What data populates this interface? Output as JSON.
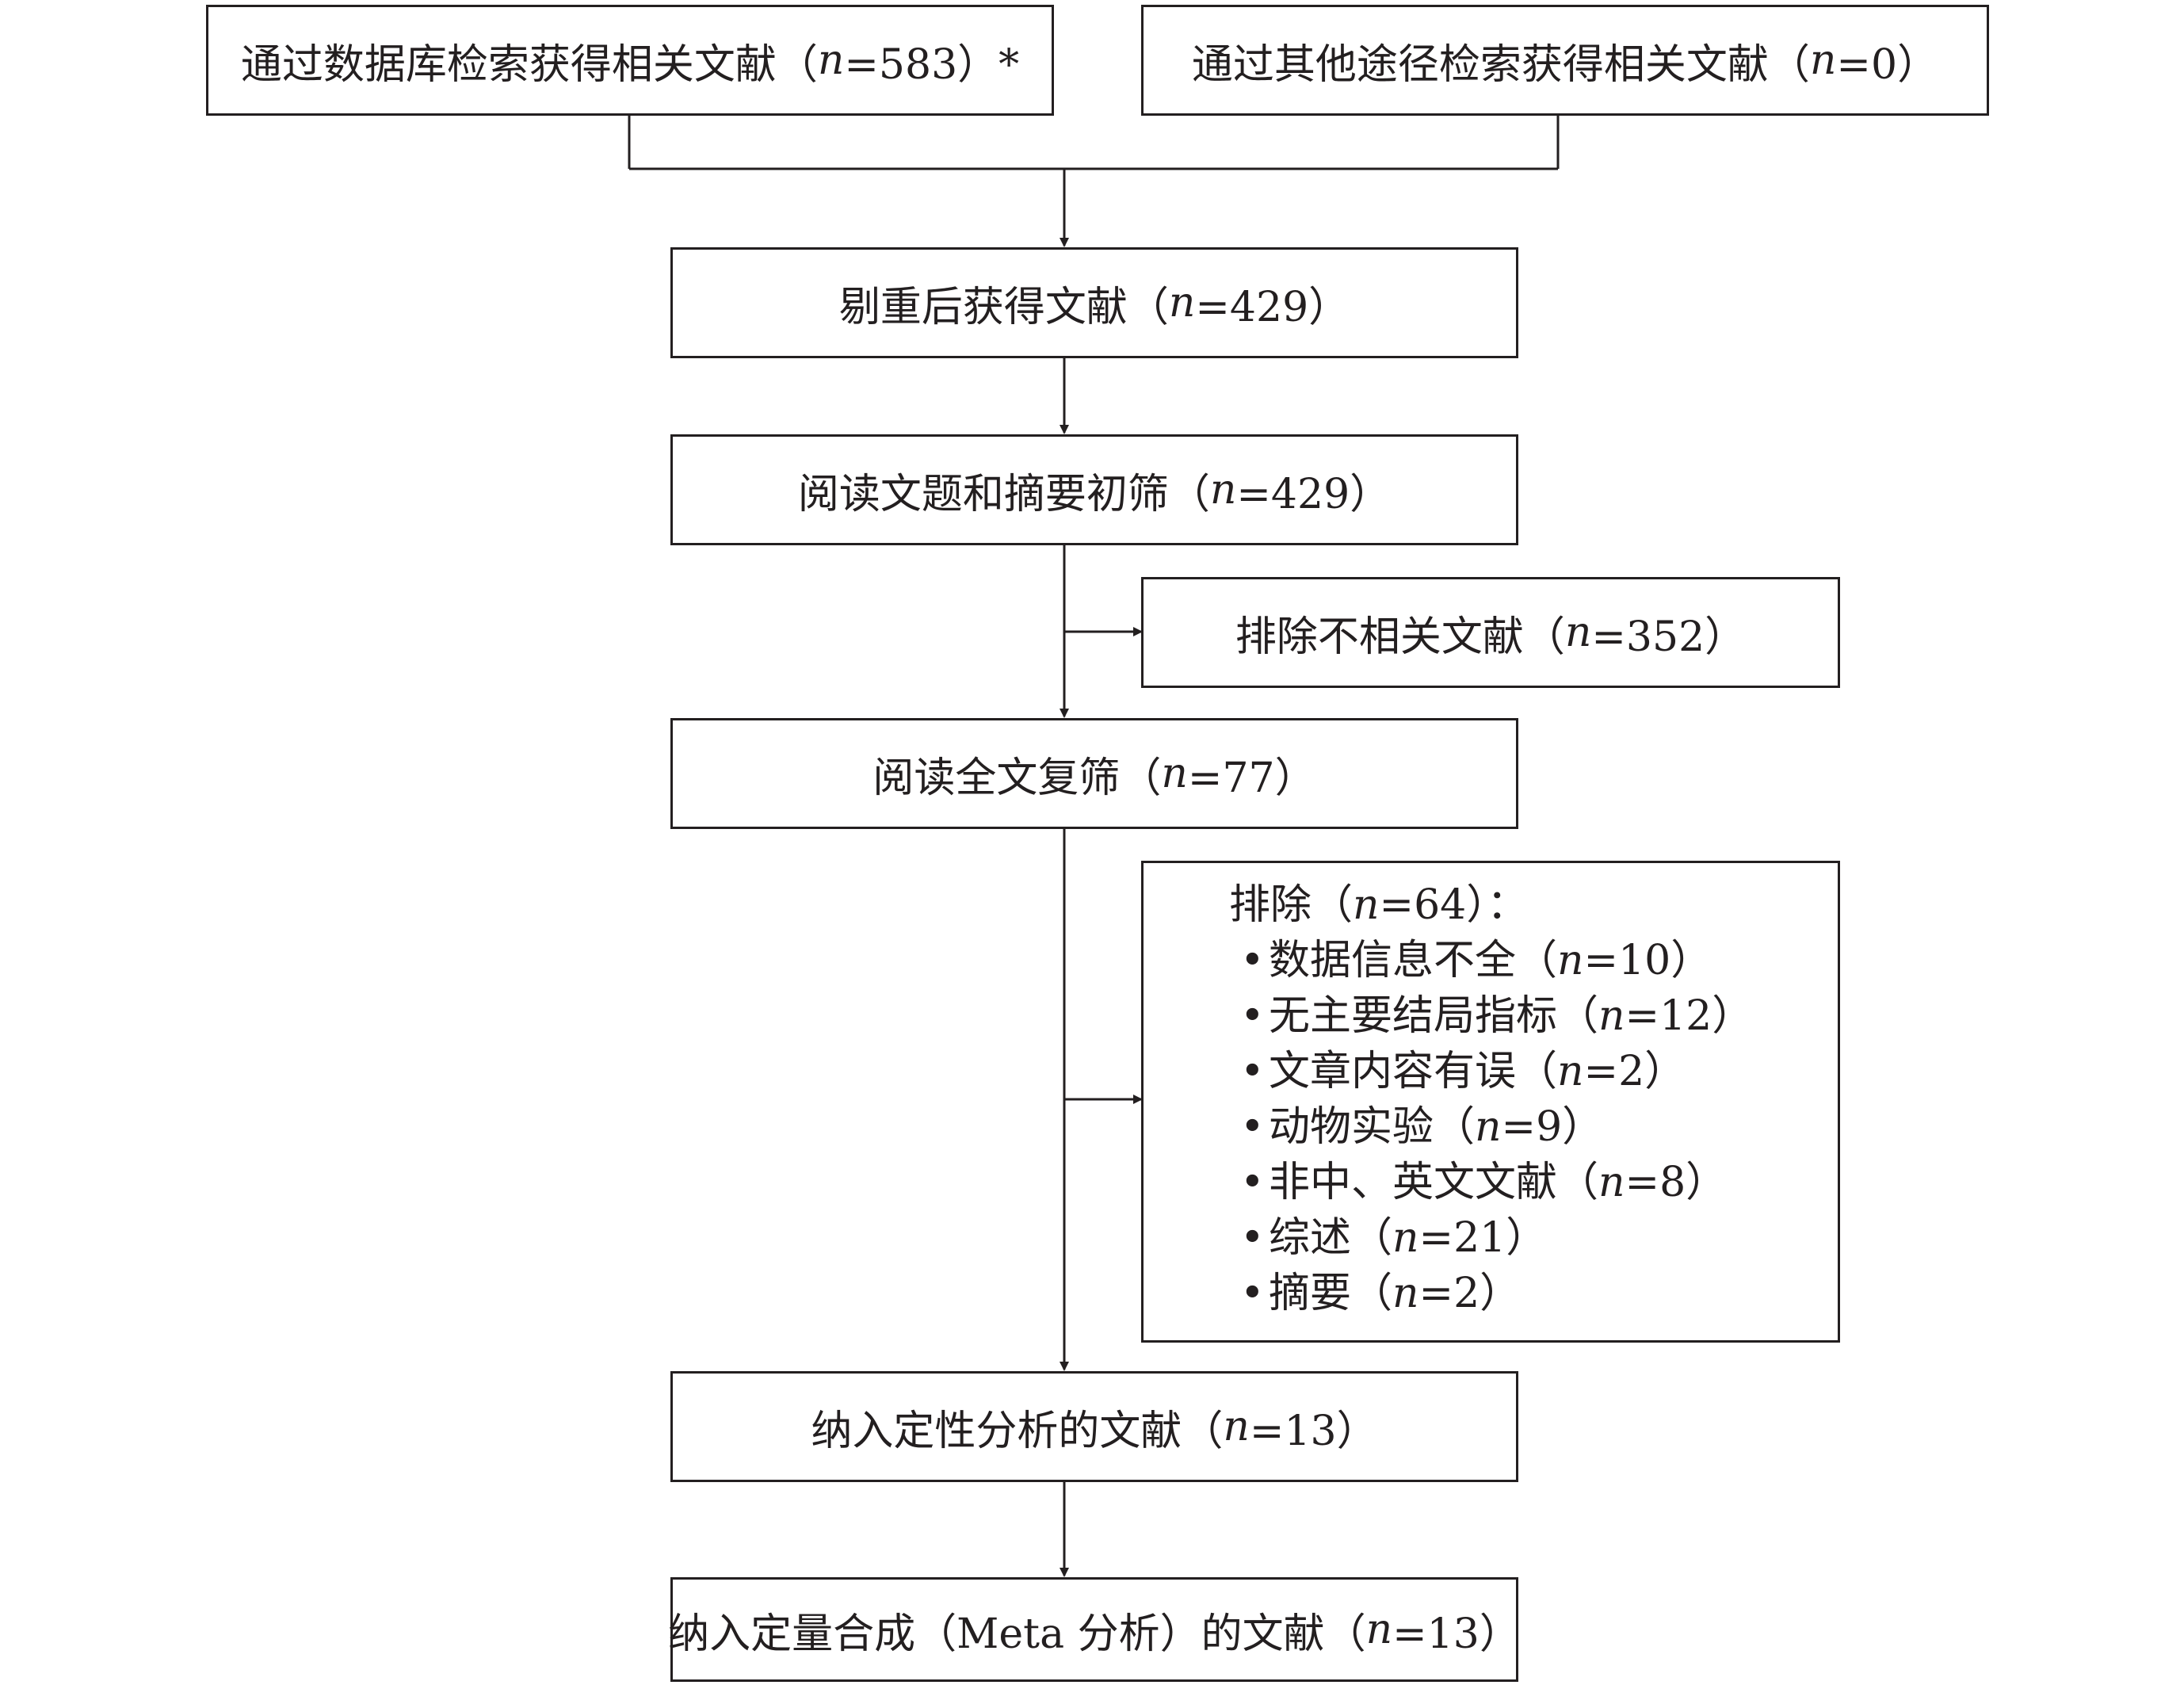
{
  "boxes": {
    "db_search": {
      "prefix": "通过数据库检索获得相关文献（",
      "n": "n",
      "suffix": "=583）*"
    },
    "other_search": {
      "prefix": "通过其他途径检索获得相关文献（",
      "n": "n",
      "suffix": "=0）"
    },
    "dedup": {
      "prefix": "剔重后获得文献（",
      "n": "n",
      "suffix": "=429）"
    },
    "title_abstract": {
      "prefix": "阅读文题和摘要初筛（",
      "n": "n",
      "suffix": "=429）"
    },
    "excluded_irrelevant": {
      "prefix": "排除不相关文献（",
      "n": "n",
      "suffix": "=352）"
    },
    "fulltext": {
      "prefix": "阅读全文复筛（",
      "n": "n",
      "suffix": "=77）"
    },
    "qualitative": {
      "prefix": "纳入定性分析的文献（",
      "n": "n",
      "suffix": "=13）"
    },
    "quantitative": {
      "prefix": "纳入定量合成（Meta 分析）的文献（",
      "n": "n",
      "suffix": "=13）"
    }
  },
  "exclusion": {
    "head_prefix": "排除（",
    "head_n": "n",
    "head_suffix": "=64）：",
    "reasons": [
      {
        "prefix": "数据信息不全（",
        "n": "n",
        "suffix": "=10）"
      },
      {
        "prefix": "无主要结局指标（",
        "n": "n",
        "suffix": "=12）"
      },
      {
        "prefix": "文章内容有误（",
        "n": "n",
        "suffix": "=2）"
      },
      {
        "prefix": "动物实验（",
        "n": "n",
        "suffix": "=9）"
      },
      {
        "prefix": "非中、英文文献（",
        "n": "n",
        "suffix": "=8）"
      },
      {
        "prefix": "综述（",
        "n": "n",
        "suffix": "=21）"
      },
      {
        "prefix": "摘要（",
        "n": "n",
        "suffix": "=2）"
      }
    ]
  },
  "colors": {
    "line": "#231f20",
    "background": "#ffffff"
  }
}
